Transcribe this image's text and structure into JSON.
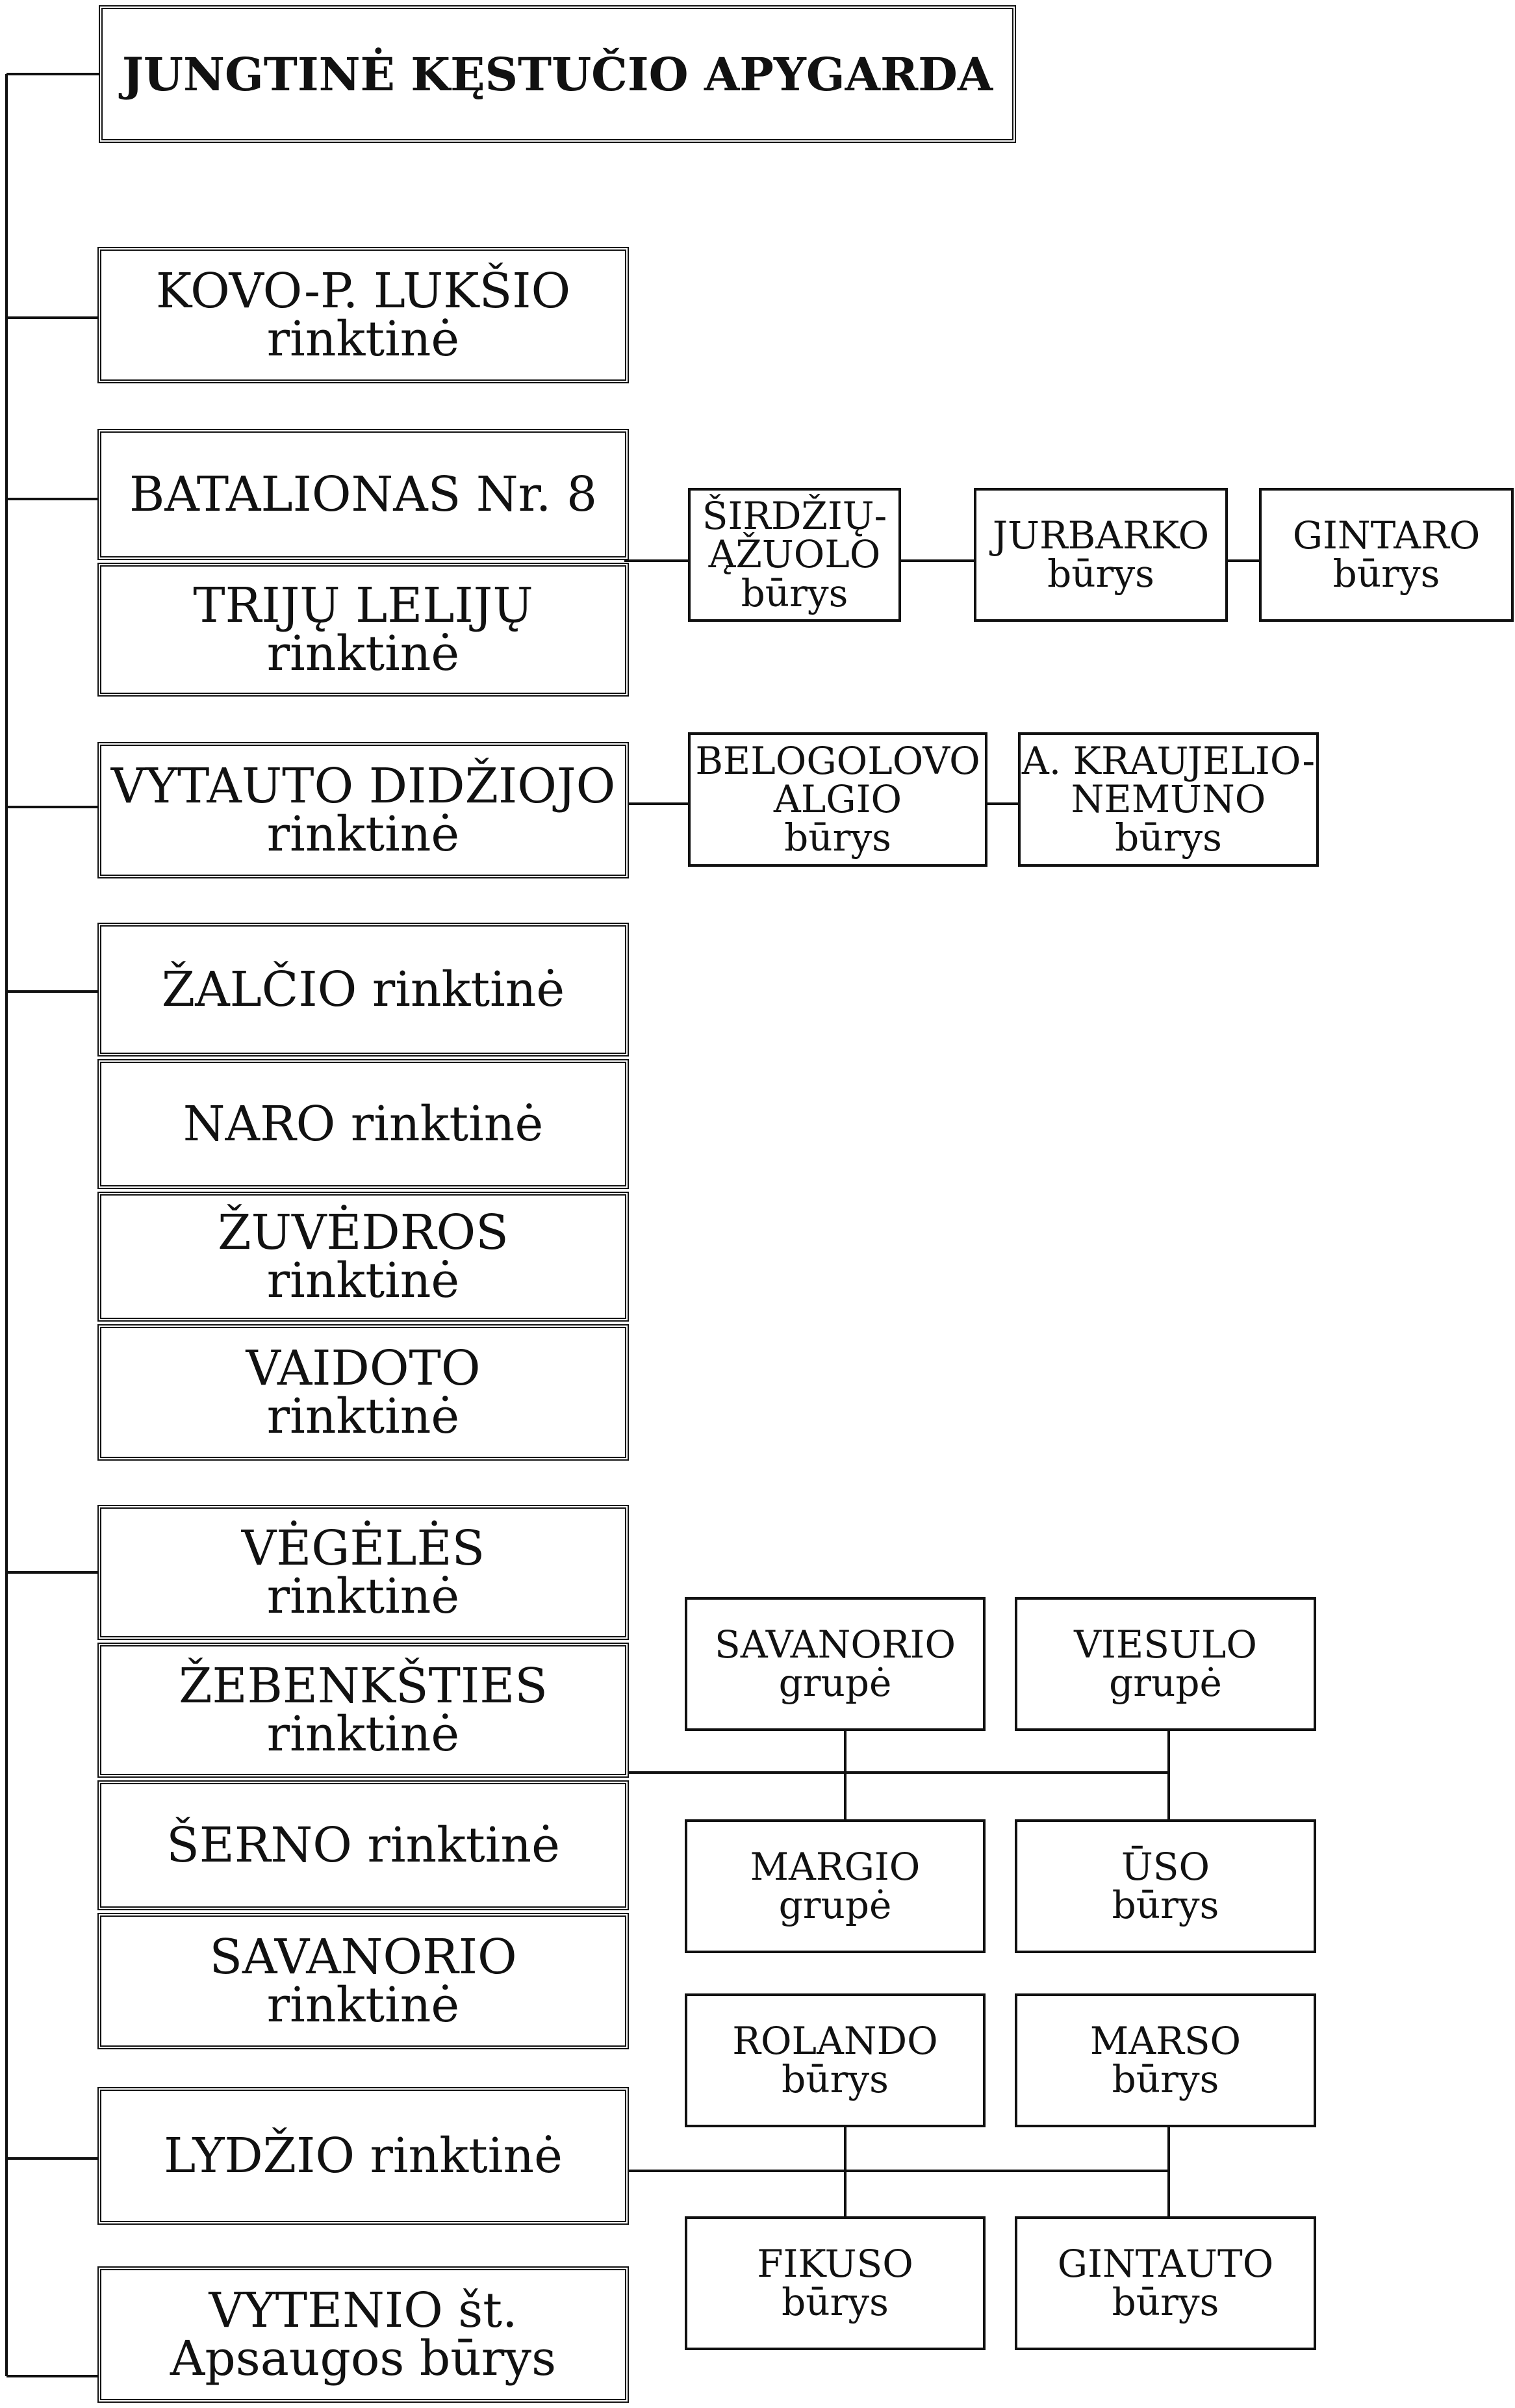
{
  "title": "JUNGTINĖ KĘSTUČIO APYGARDA",
  "units": [
    {
      "id": "kovo",
      "lines": [
        "KOVO-P. LUKŠIO",
        "rinktinė"
      ]
    },
    {
      "id": "batalionas",
      "lines": [
        "BATALIONAS Nr. 8"
      ]
    },
    {
      "id": "triju",
      "lines": [
        "TRIJŲ LELIJŲ",
        "rinktinė"
      ]
    },
    {
      "id": "vytauto",
      "lines": [
        "VYTAUTO DIDŽIOJO",
        "rinktinė"
      ]
    },
    {
      "id": "zalcio",
      "lines": [
        "ŽALČIO rinktinė"
      ]
    },
    {
      "id": "naro",
      "lines": [
        "NARO rinktinė"
      ]
    },
    {
      "id": "zuvedros",
      "lines": [
        "ŽUVĖDROS",
        "rinktinė"
      ]
    },
    {
      "id": "vaidoto",
      "lines": [
        "VAIDOTO",
        "rinktinė"
      ]
    },
    {
      "id": "vegeles",
      "lines": [
        "VĖGĖLĖS",
        "rinktinė"
      ]
    },
    {
      "id": "zebenksties",
      "lines": [
        "ŽEBENKŠTIES",
        "rinktinė"
      ]
    },
    {
      "id": "serno",
      "lines": [
        "ŠERNO rinktinė"
      ]
    },
    {
      "id": "savanorio-r",
      "lines": [
        "SAVANORIO",
        "rinktinė"
      ]
    },
    {
      "id": "lydzio",
      "lines": [
        "LYDŽIO rinktinė"
      ]
    },
    {
      "id": "vytenio",
      "lines": [
        "VYTENIO št.",
        "Apsaugos būrys"
      ]
    }
  ],
  "subunits": [
    {
      "id": "sirdziu",
      "lines": [
        "ŠIRDŽIŲ-",
        "ĄŽUOLO",
        "būrys"
      ]
    },
    {
      "id": "jurbarko",
      "lines": [
        "JURBARKO",
        "būrys"
      ]
    },
    {
      "id": "gintaro",
      "lines": [
        "GINTARO",
        "būrys"
      ]
    },
    {
      "id": "belogolovo",
      "lines": [
        "BELOGOLOVO",
        "ALGIO",
        "būrys"
      ]
    },
    {
      "id": "kraujelio",
      "lines": [
        "A. KRAUJELIO-",
        "NEMUNO",
        "būrys"
      ]
    },
    {
      "id": "savanorio-g",
      "lines": [
        "SAVANORIO",
        "grupė"
      ]
    },
    {
      "id": "viesulo",
      "lines": [
        "VIESULO",
        "grupė"
      ]
    },
    {
      "id": "margio",
      "lines": [
        "MARGIO",
        "grupė"
      ]
    },
    {
      "id": "uso",
      "lines": [
        "ŪSO",
        "būrys"
      ]
    },
    {
      "id": "rolando",
      "lines": [
        "ROLANDO",
        "būrys"
      ]
    },
    {
      "id": "marso",
      "lines": [
        "MARSO",
        "būrys"
      ]
    },
    {
      "id": "fikuso",
      "lines": [
        "FIKUSO",
        "būrys"
      ]
    },
    {
      "id": "gintauto",
      "lines": [
        "GINTAUTO",
        "būrys"
      ]
    }
  ]
}
